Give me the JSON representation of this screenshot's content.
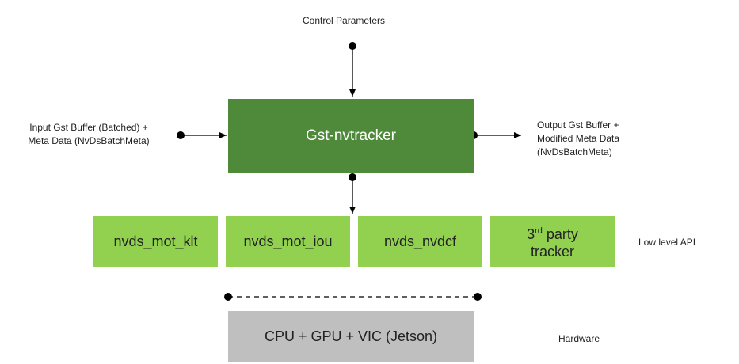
{
  "control_label": "Control Parameters",
  "input_label": [
    "Input Gst Buffer (Batched) +",
    "Meta Data (NvDsBatchMeta)"
  ],
  "output_label": [
    "Output Gst Buffer +",
    "Modified Meta Data",
    "(NvDsBatchMeta)"
  ],
  "main_box": {
    "label": "Gst-nvtracker",
    "color": "#4e8a3a"
  },
  "lowlevel": {
    "color": "#92d050",
    "items": [
      "nvds_mot_klt",
      "nvds_mot_iou",
      "nvds_nvdcf"
    ],
    "third_party": {
      "pre": "3",
      "sup": "rd",
      "post": " party",
      "line2": "tracker"
    }
  },
  "lowlevel_label": "Low level API",
  "hardware_box": {
    "label": "CPU + GPU + VIC (Jetson)",
    "color": "#bfbfbf"
  },
  "hardware_label": "Hardware"
}
